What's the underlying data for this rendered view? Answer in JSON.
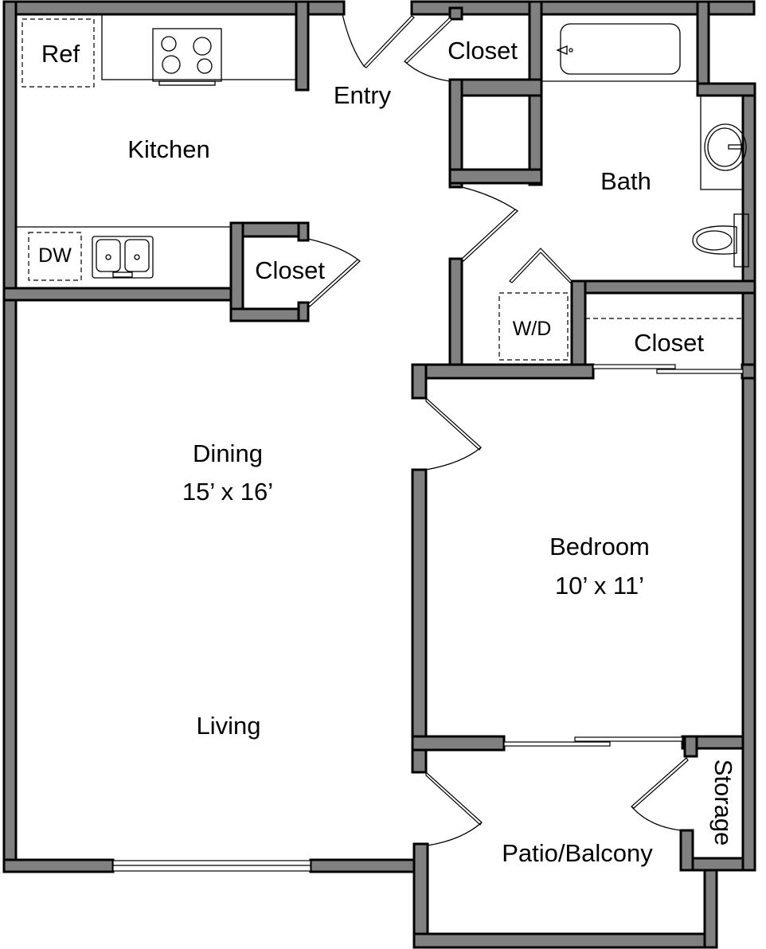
{
  "floorplan": {
    "wall_color": "#808080",
    "outline_color": "#000000",
    "rooms": {
      "ref": "Ref",
      "kitchen": "Kitchen",
      "entry": "Entry",
      "entry_closet": "Closet",
      "bath": "Bath",
      "dw": "DW",
      "kitchen_closet": "Closet",
      "wd": "W/D",
      "bedroom_closet": "Closet",
      "dining": "Dining",
      "dining_size": "15’ x 16’",
      "bedroom": "Bedroom",
      "bedroom_size": "10’ x 11’",
      "living": "Living",
      "patio": "Patio/Balcony",
      "storage": "Storage"
    }
  }
}
